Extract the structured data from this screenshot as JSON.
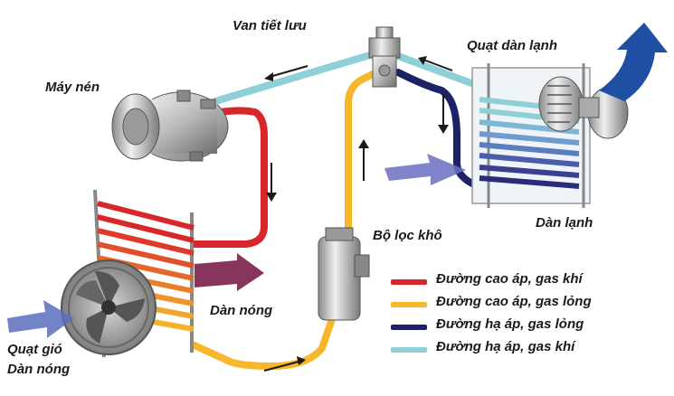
{
  "labels": {
    "valve": "Van tiết lưu",
    "compressor": "Máy nén",
    "evap_fan": "Quạt dàn lạnh",
    "evaporator": "Dàn lạnh",
    "drier": "Bộ lọc khô",
    "condenser": "Dàn nóng",
    "cond_fan_1": "Quạt gió",
    "cond_fan_2": "Dàn nóng"
  },
  "legend": [
    {
      "label": "Đường cao áp, gas khí",
      "color": "#d9262b"
    },
    {
      "label": "Đường cao áp, gas lỏng",
      "color": "#f6b72a"
    },
    {
      "label": "Đường hạ áp, gas lỏng",
      "color": "#1d2266"
    },
    {
      "label": "Đường hạ áp, gas khí",
      "color": "#8fd0d8"
    }
  ],
  "colors": {
    "high_gas": "#d9262b",
    "high_liquid": "#f6b72a",
    "low_liquid": "#1d2266",
    "low_gas": "#8fd0d8",
    "air_in": "#5b6dbe",
    "air_out": "#1f4fa3",
    "hot_air": "#7a1f4a"
  }
}
